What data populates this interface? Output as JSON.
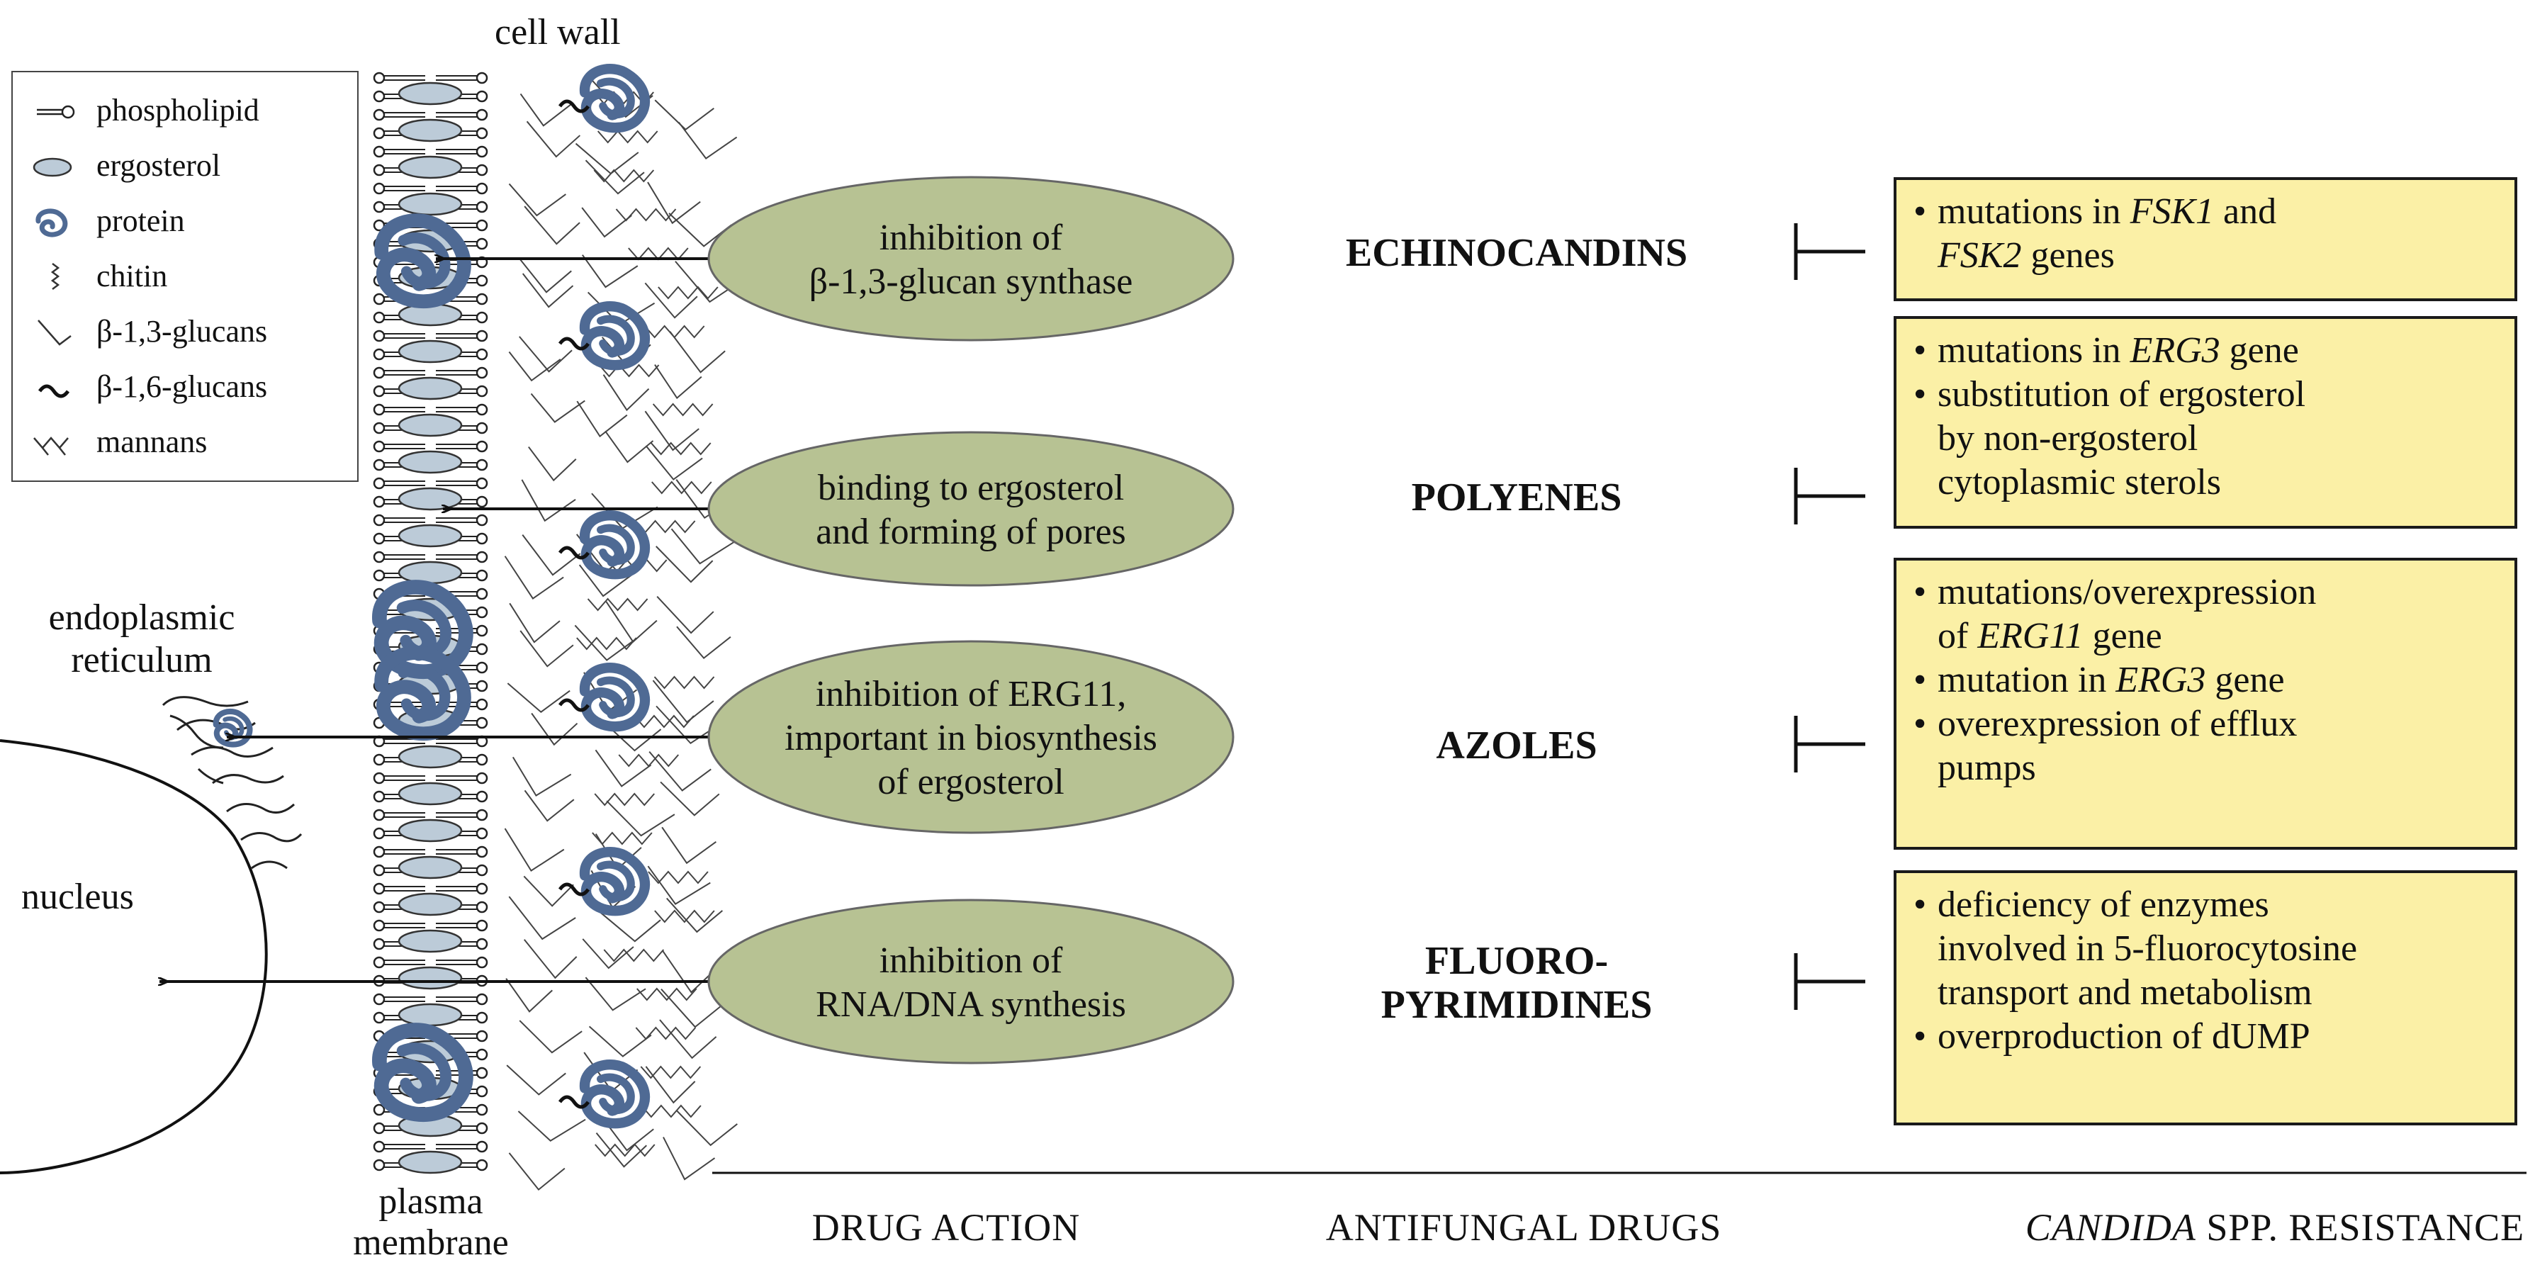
{
  "labels": {
    "cell_wall": "cell wall",
    "plasma_membrane": [
      "plasma",
      "membrane"
    ],
    "endoplasmic_reticulum": [
      "endoplasmic",
      "reticulum"
    ],
    "nucleus": "nucleus"
  },
  "legend": [
    {
      "icon": "phospholipid-icon",
      "label": "phospholipid"
    },
    {
      "icon": "ergosterol-icon",
      "label": "ergosterol"
    },
    {
      "icon": "protein-icon",
      "label": "protein"
    },
    {
      "icon": "chitin-icon",
      "label": "chitin"
    },
    {
      "icon": "beta-1-3-glucan-icon",
      "label": "β-1,3-glucans"
    },
    {
      "icon": "beta-1-6-glucan-icon",
      "label": "β-1,6-glucans"
    },
    {
      "icon": "mannan-icon",
      "label": "mannans"
    }
  ],
  "drug_actions": [
    {
      "lines": [
        "inhibition of",
        "β-1,3-glucan synthase"
      ]
    },
    {
      "lines": [
        "binding to ergosterol",
        "and forming of pores"
      ]
    },
    {
      "lines": [
        "inhibition of ERG11,",
        "important in biosynthesis",
        "of ergosterol"
      ]
    },
    {
      "lines": [
        "inhibition of",
        "RNA/DNA synthesis"
      ]
    }
  ],
  "drugs": [
    {
      "lines": [
        "ECHINOCANDINS"
      ]
    },
    {
      "lines": [
        "POLYENES"
      ]
    },
    {
      "lines": [
        "AZOLES"
      ]
    },
    {
      "lines": [
        "FLUORO-",
        "PYRIMIDINES"
      ]
    }
  ],
  "resistance": [
    {
      "items": [
        {
          "pre": "mutations in ",
          "it": "FSK1",
          "post": " and",
          "cont_it": "FSK2",
          "cont_post": " genes"
        }
      ]
    },
    {
      "items": [
        {
          "pre": "mutations in ",
          "it": "ERG3",
          "post": " gene"
        },
        {
          "pre": "substitution of ergosterol",
          "cont_post": "by non-ergosterol",
          "cont2": "cytoplasmic sterols"
        }
      ]
    },
    {
      "items": [
        {
          "pre": "mutations/overexpression",
          "cont_pre": "of ",
          "cont_it": "ERG11",
          "cont_post": " gene"
        },
        {
          "pre": "mutation in ",
          "it": "ERG3",
          "post": " gene"
        },
        {
          "pre": "overexpression of efflux",
          "cont_post": "pumps"
        }
      ]
    },
    {
      "items": [
        {
          "pre": "deficiency of enzymes",
          "cont_post": "involved in 5-fluorocytosine",
          "cont2": "transport and metabolism"
        },
        {
          "pre": "overproduction of dUMP"
        }
      ]
    }
  ],
  "columns": {
    "drug_action": "DRUG ACTION",
    "antifungal_drugs": "ANTIFUNGAL DRUGS",
    "resistance_it": "CANDIDA",
    "resistance_rest": " SPP. RESISTANCE"
  },
  "colors": {
    "ellipse_fill": "#b7c293",
    "ellipse_stroke": "#666666",
    "box_fill": "#fbf0a6",
    "protein": "#4f6a94",
    "ergosterol": "#bccbd8"
  }
}
